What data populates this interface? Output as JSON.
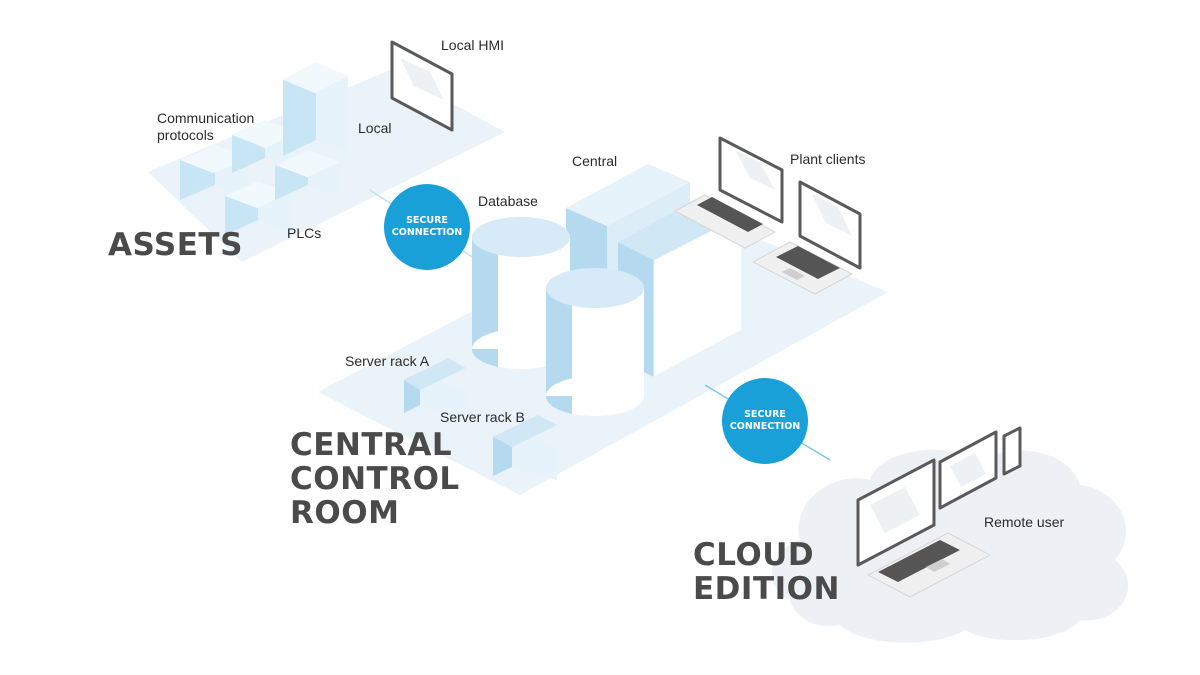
{
  "labels": {
    "local_hmi": "Local HMI",
    "communication_protocols": "Communication protocols",
    "local": "Local",
    "plcs": "PLCs",
    "central": "Central",
    "plant_clients": "Plant clients",
    "database": "Database",
    "server_rack_a": "Server rack A",
    "server_rack_b": "Server rack B",
    "remote_user": "Remote user"
  },
  "sections": {
    "assets": "ASSETS",
    "central_control_room": [
      "CENTRAL",
      "CONTROL",
      "ROOM"
    ],
    "cloud_edition": [
      "CLOUD",
      "EDITION"
    ]
  },
  "badges": {
    "secure_connection": [
      "SECURE",
      "CONNECTION"
    ]
  },
  "colors": {
    "platform": "#eaf3fa",
    "badge": "#1aa0d8",
    "box_top": "#dfeff9",
    "box_side": "#b5daf0",
    "heading": "#4a4a4a",
    "device_frame": "#5a5a5a"
  }
}
